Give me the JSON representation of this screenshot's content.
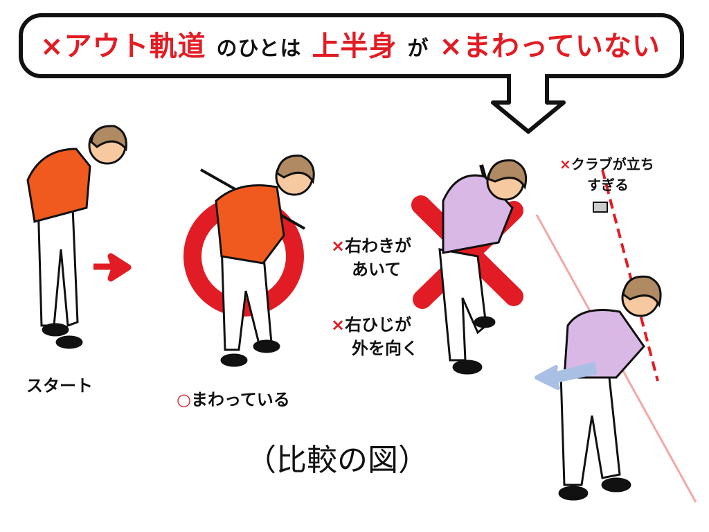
{
  "title": {
    "part1": "×アウト軌道",
    "part2": "のひとは",
    "part3": "上半身",
    "part4": "が",
    "part5": "×まわっていない"
  },
  "labels": {
    "start": "スタート",
    "good_mark": "○",
    "good": "まわっている",
    "comparison": "（比較の図）",
    "fault1_mark": "×",
    "fault1_line1": "右わきが",
    "fault1_line2": "あいて",
    "fault2_mark": "×",
    "fault2_line1": "右ひじが",
    "fault2_line2": "外を向く",
    "fault3_mark": "×",
    "fault3_line1": "クラブが立ち",
    "fault3_line2": "すぎる"
  },
  "colors": {
    "accent_red": "#e21c24",
    "shirt_orange": "#f05a1e",
    "shirt_purple": "#d9b8e6",
    "hair": "#b08a62",
    "skin": "#f7c9a0",
    "blue": "#a9bfe4",
    "pink_line": "#f2a7a7"
  }
}
